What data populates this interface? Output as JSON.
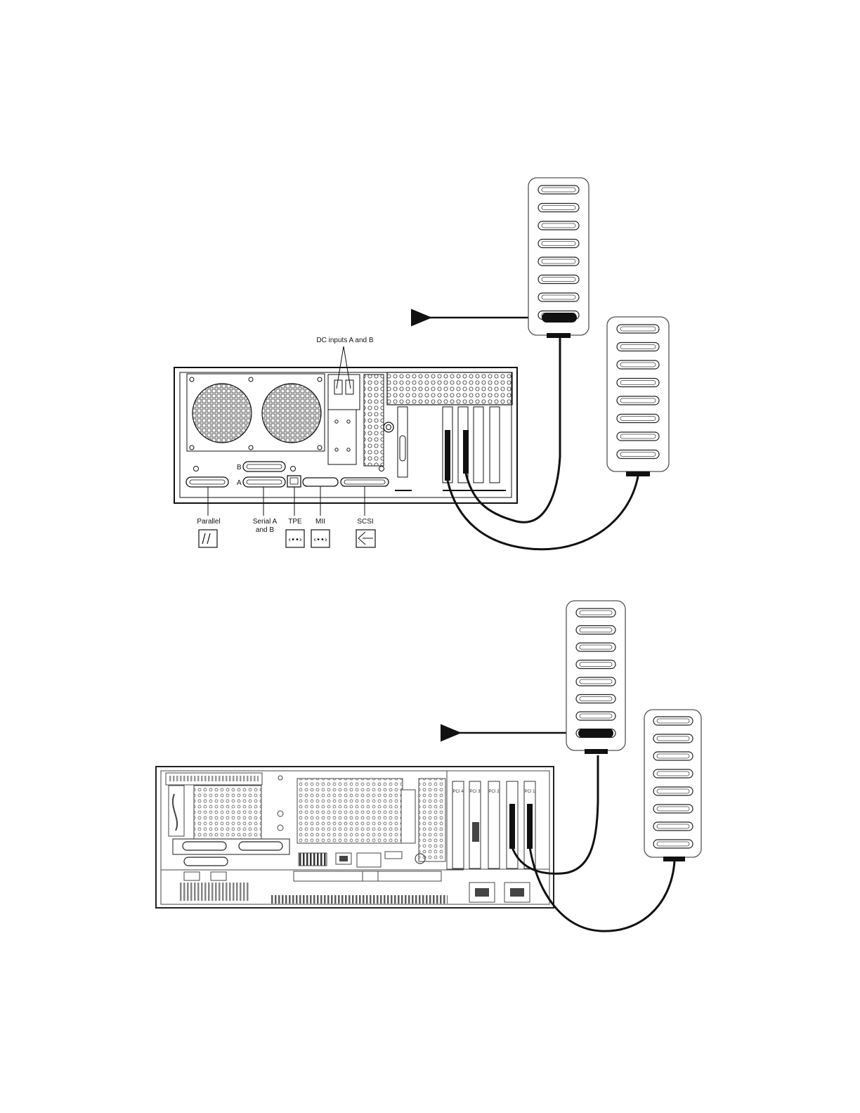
{
  "figure1": {
    "dc_label": "DC inputs A and B",
    "port_b_letter": "B",
    "port_a_letter": "A",
    "port_labels": {
      "parallel": "Parallel",
      "serial_line1": "Serial A",
      "serial_line2": "and B",
      "tpe": "TPE",
      "mii": "MII",
      "scsi": "SCSI"
    },
    "icons": {
      "parallel": "parallel-port-icon",
      "tpe": "ethernet-port-icon",
      "mii": "ethernet-port-icon",
      "scsi": "scsi-port-icon"
    },
    "panel_port_count": 8
  },
  "figure2": {
    "pci_slots": [
      "PCI 4",
      "PCI 3",
      "PCI 2",
      "PCI 1"
    ],
    "panel_port_count": 8
  },
  "colors": {
    "line": "#111111",
    "cable": "#111111",
    "panel_fill": "#ffffff"
  }
}
